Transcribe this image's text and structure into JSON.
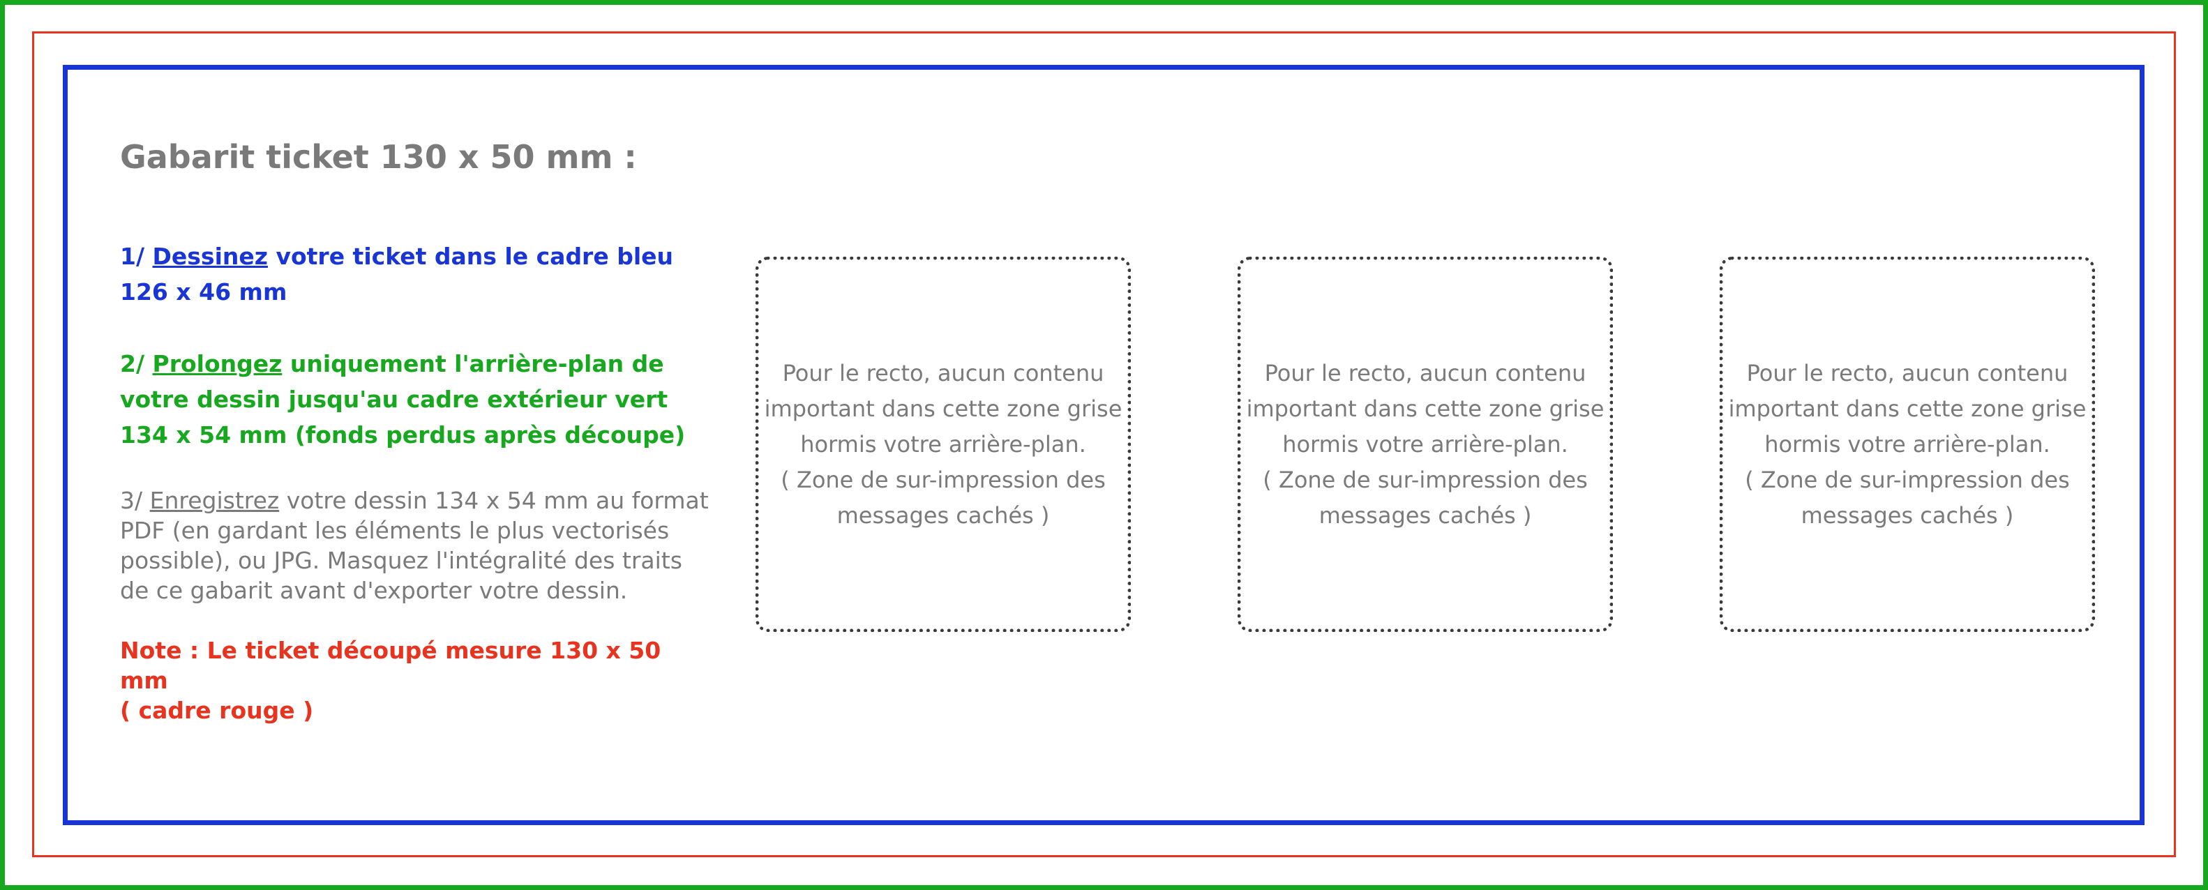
{
  "colors": {
    "bleed_frame": "#17a81f",
    "cut_frame": "#e8341f",
    "safe_frame": "#1a35d6",
    "text_gray": "#7a7a7a",
    "zone_border": "#3a3a3a"
  },
  "title": "Gabarit ticket 130 x 50 mm :",
  "instructions": {
    "step1": {
      "prefix": "1/ ",
      "keyword": "Dessinez",
      "rest": " votre ticket dans le cadre bleu 126 x 46 mm"
    },
    "step2": {
      "prefix": "2/ ",
      "keyword": "Prolongez",
      "rest": " uniquement l'arrière-plan de votre dessin jusqu'au cadre extérieur vert 134 x 54 mm (fonds perdus après découpe)"
    },
    "step3": {
      "prefix": "3/ ",
      "keyword": "Enregistrez",
      "rest": " votre dessin 134 x 54 mm au format PDF (en gardant les éléments le plus vectorisés possible), ou JPG. Masquez l'intégralité des traits de ce gabarit avant d'exporter votre dessin."
    },
    "note": {
      "line1": "Note : Le ticket découpé mesure 130 x 50 mm",
      "line2": "( cadre rouge )"
    }
  },
  "zones": [
    {
      "line1": "Pour le recto, aucun contenu",
      "line2": "important dans cette zone grise",
      "line3": "hormis votre arrière-plan.",
      "line4": "( Zone de sur-impression des",
      "line5": "messages cachés )"
    },
    {
      "line1": "Pour le recto, aucun contenu",
      "line2": "important dans cette zone grise",
      "line3": "hormis votre arrière-plan.",
      "line4": "( Zone de sur-impression des",
      "line5": "messages cachés )"
    },
    {
      "line1": "Pour le recto, aucun contenu",
      "line2": "important dans cette zone grise",
      "line3": "hormis votre arrière-plan.",
      "line4": "( Zone de sur-impression des",
      "line5": "messages cachés )"
    }
  ]
}
